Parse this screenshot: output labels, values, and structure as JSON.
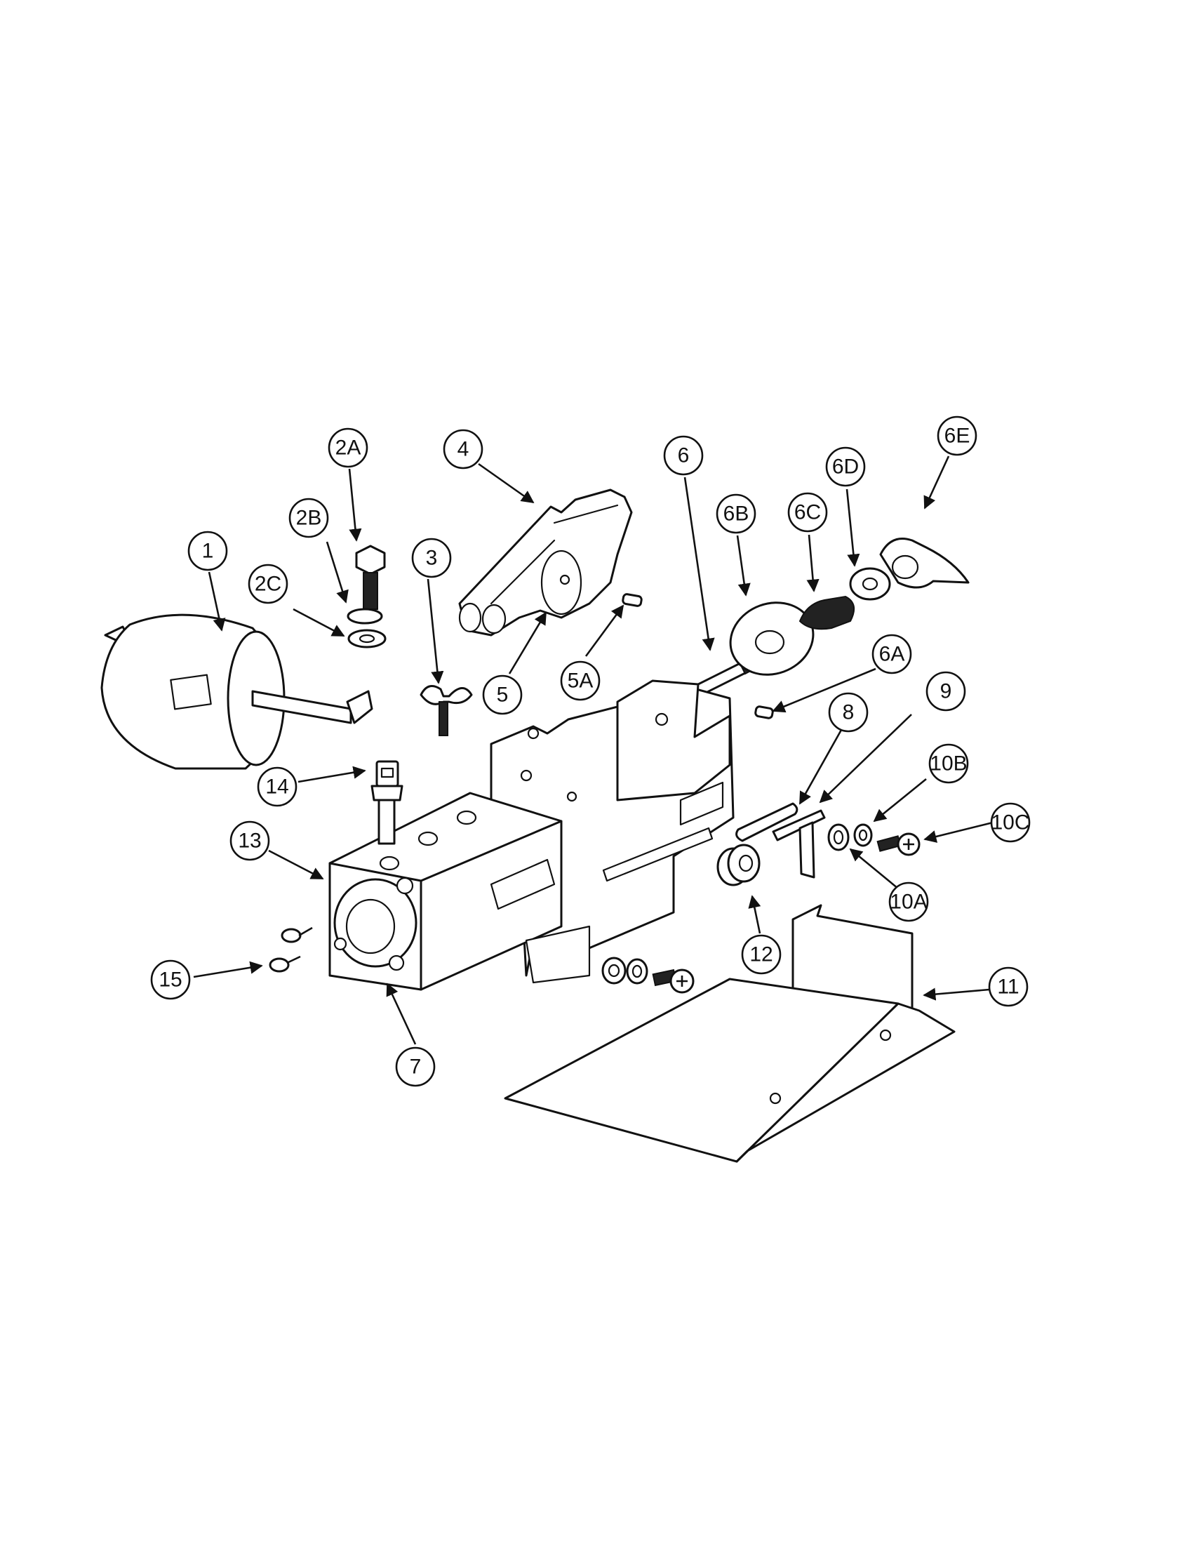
{
  "callouts": [
    {
      "id": "1",
      "label": "1"
    },
    {
      "id": "2A",
      "label": "2A"
    },
    {
      "id": "2B",
      "label": "2B"
    },
    {
      "id": "2C",
      "label": "2C"
    },
    {
      "id": "3",
      "label": "3"
    },
    {
      "id": "4",
      "label": "4"
    },
    {
      "id": "5",
      "label": "5"
    },
    {
      "id": "5A",
      "label": "5A"
    },
    {
      "id": "6",
      "label": "6"
    },
    {
      "id": "6A",
      "label": "6A"
    },
    {
      "id": "6B",
      "label": "6B"
    },
    {
      "id": "6C",
      "label": "6C"
    },
    {
      "id": "6D",
      "label": "6D"
    },
    {
      "id": "6E",
      "label": "6E"
    },
    {
      "id": "7",
      "label": "7"
    },
    {
      "id": "8",
      "label": "8"
    },
    {
      "id": "9",
      "label": "9"
    },
    {
      "id": "10A",
      "label": "10A"
    },
    {
      "id": "10B",
      "label": "10B"
    },
    {
      "id": "10C",
      "label": "10C"
    },
    {
      "id": "11",
      "label": "11"
    },
    {
      "id": "12",
      "label": "12"
    },
    {
      "id": "13",
      "label": "13"
    },
    {
      "id": "14",
      "label": "14"
    },
    {
      "id": "15",
      "label": "15"
    }
  ],
  "colors": {
    "ink": "#111111",
    "paper": "#ffffff"
  }
}
